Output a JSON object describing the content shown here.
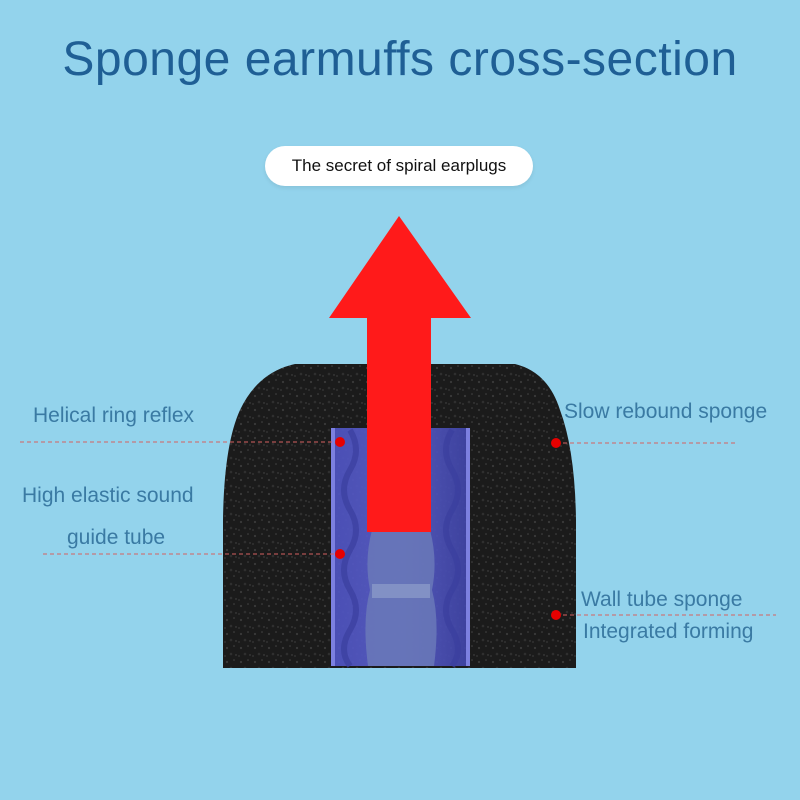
{
  "title": "Sponge earmuffs cross-section",
  "subtitle": "The secret of spiral earplugs",
  "labels": {
    "helical_ring": "Helical ring reflex",
    "sound_tube_line1": "High elastic sound",
    "sound_tube_line2": "guide tube",
    "slow_rebound": "Slow rebound sponge",
    "wall_tube_line1": "Wall tube sponge",
    "wall_tube_line2": "Integrated forming"
  },
  "colors": {
    "background": "#93d3ec",
    "title": "#1f5f95",
    "label": "#3a7aa3",
    "arrow": "#ff1a1a",
    "sponge": "#1a1a1a",
    "tube": "#4a4fb0",
    "marker": "#e60000"
  }
}
